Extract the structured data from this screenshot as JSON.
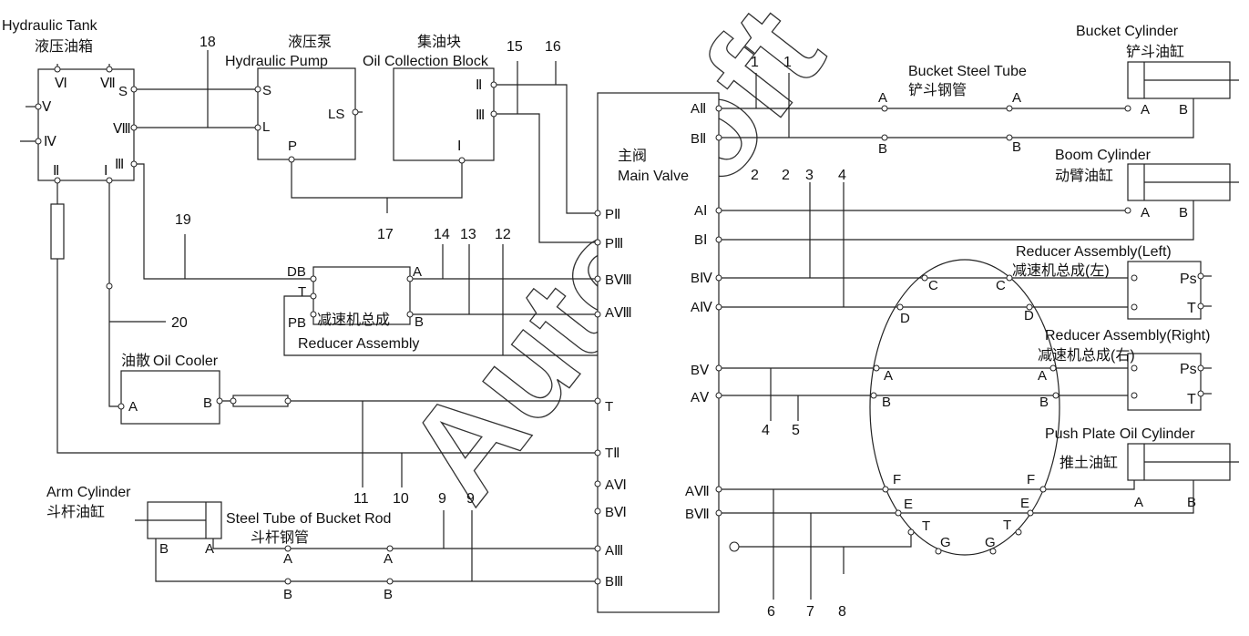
{
  "components": {
    "hydraulic_tank": {
      "title_en": "Hydraulic Tank",
      "title_cn": "液压油箱",
      "ports": [
        "Ⅵ",
        "Ⅶ",
        "S",
        "Ⅴ",
        "Ⅷ",
        "Ⅳ",
        "Ⅱ",
        "Ⅰ",
        "Ⅲ"
      ]
    },
    "hydraulic_pump": {
      "title_cn": "液压泵",
      "title_en": "Hydraulic Pump",
      "ports": [
        "S",
        "L",
        "LS",
        "P"
      ]
    },
    "oil_collection_block": {
      "title_cn": "集油块",
      "title_en": "Oil Collection Block",
      "ports": [
        "Ⅱ",
        "Ⅲ",
        "Ⅰ"
      ]
    },
    "main_valve": {
      "title_cn": "主阀",
      "title_en": "Main Valve",
      "left_ports": [
        "PⅡ",
        "PⅢ",
        "BⅧ",
        "AⅧ",
        "T",
        "TⅡ",
        "AⅥ",
        "BⅥ",
        "AⅢ",
        "BⅢ"
      ],
      "right_ports": [
        "AⅡ",
        "BⅡ",
        "AⅠ",
        "BⅠ",
        "BⅣ",
        "AⅣ",
        "BⅤ",
        "AⅤ",
        "AⅦ",
        "BⅦ"
      ]
    },
    "reducer_assembly": {
      "title_cn": "减速机总成",
      "title_en": "Reducer Assembly",
      "ports": [
        "DB",
        "T",
        "PB",
        "A",
        "B"
      ]
    },
    "oil_cooler": {
      "title_cn": "油散",
      "title_en": "Oil Cooler",
      "ports": [
        "A",
        "B"
      ]
    },
    "bucket_cylinder": {
      "title_en": "Bucket Cylinder",
      "title_cn": "铲斗油缸",
      "ports": [
        "A",
        "B"
      ]
    },
    "bucket_steel_tube": {
      "title_en": "Bucket Steel Tube",
      "title_cn": "铲斗钢管",
      "ports": [
        "A",
        "A",
        "B",
        "B"
      ]
    },
    "boom_cylinder": {
      "title_en": "Boom Cylinder",
      "title_cn": "动臂油缸",
      "ports": [
        "A",
        "B"
      ]
    },
    "reducer_left": {
      "title_en": "Reducer Assembly(Left)",
      "title_cn": "减速机总成(左)",
      "ports": [
        "Ps",
        "T"
      ]
    },
    "reducer_right": {
      "title_en": "Reducer Assembly(Right)",
      "title_cn": "减速机总成(右)",
      "ports": [
        "Ps",
        "T"
      ]
    },
    "push_plate_cylinder": {
      "title_en": "Push Plate Oil Cylinder",
      "title_cn": "推土油缸",
      "ports": [
        "A",
        "B"
      ]
    },
    "arm_cylinder": {
      "title_en": "Arm Cylinder",
      "title_cn": "斗杆油缸",
      "ports": [
        "B",
        "A"
      ]
    },
    "bucket_rod_tube": {
      "title_en": "Steel Tube of Bucket Rod",
      "title_cn": "斗杆钢管",
      "ports": [
        "A",
        "A",
        "B",
        "B"
      ]
    },
    "swivel_joint": {
      "ports": [
        "C",
        "C",
        "D",
        "D",
        "A",
        "A",
        "B",
        "B",
        "F",
        "F",
        "E",
        "E",
        "T",
        "T",
        "G",
        "G"
      ]
    }
  },
  "line_numbers": [
    "1",
    "1",
    "2",
    "2",
    "3",
    "4",
    "4",
    "5",
    "6",
    "7",
    "8",
    "9",
    "9",
    "10",
    "11",
    "12",
    "13",
    "14",
    "15",
    "16",
    "17",
    "18",
    "19",
    "20"
  ],
  "watermark": "AutoSoft"
}
